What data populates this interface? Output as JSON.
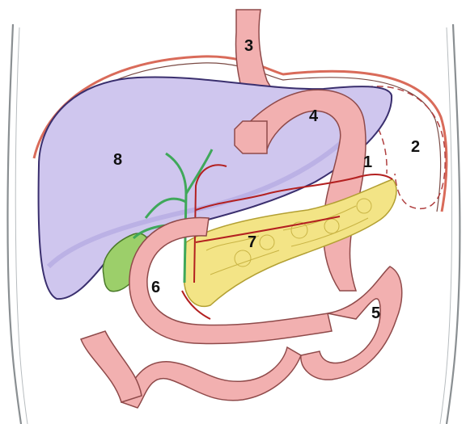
{
  "labels": {
    "n1": "1",
    "n2": "2",
    "n3": "3",
    "n4": "4",
    "n5": "5",
    "n6": "6",
    "n7": "7",
    "n8": "8"
  },
  "colors": {
    "liver_fill": "#cfc6ee",
    "liver_outline": "#3a2f6e",
    "bowel_fill": "#f2b0b0",
    "bowel_dark": "#d98484",
    "pancreas_fill": "#f3e486",
    "gallbladder_fill": "#9ccf6a",
    "vessel_red": "#b32020",
    "duct_green": "#3fa85a",
    "body_outline": "#8a8f92",
    "diaphragm": "#d96b5a"
  }
}
